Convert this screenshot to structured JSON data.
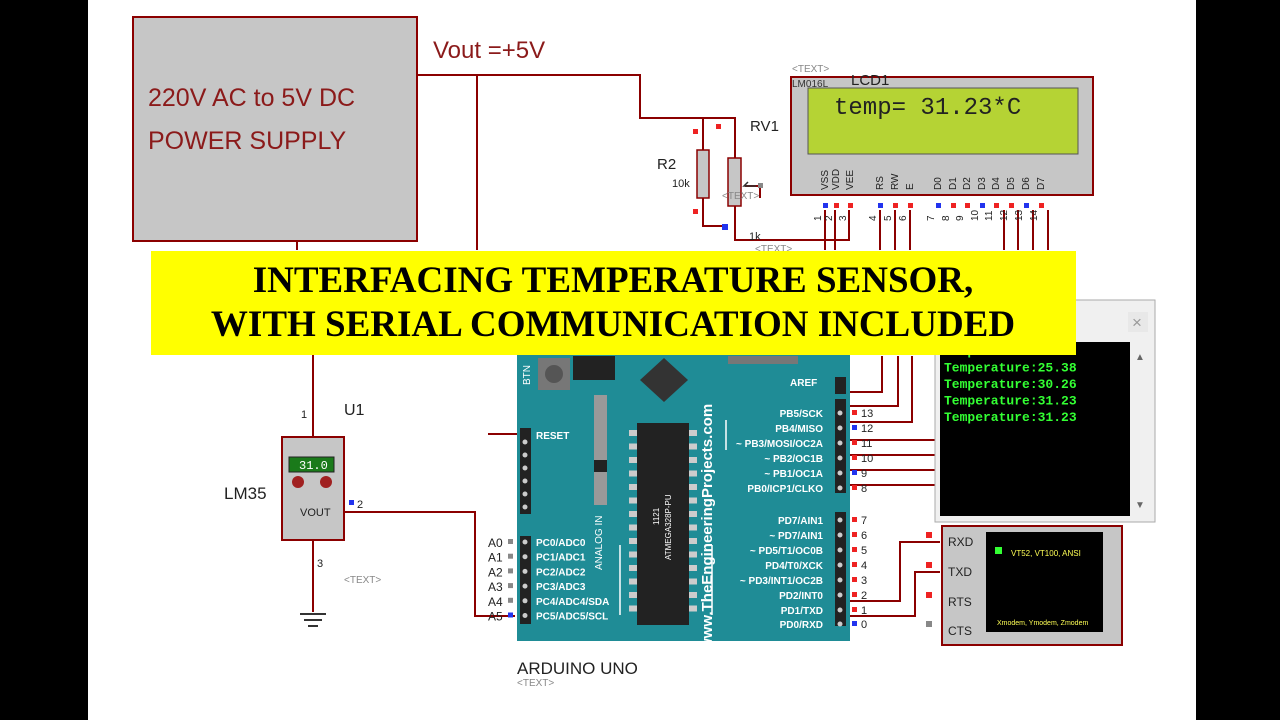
{
  "colors": {
    "wire": "#8b0000",
    "component_red": "#8b1a1a",
    "lcd_screen": "#b5d334",
    "arduino_teal": "#1f8c96",
    "banner_yellow": "#ffff00",
    "terminal_green": "#33ff33",
    "pin_blue": "#2233ee",
    "pin_red": "#ee2222"
  },
  "power_supply": {
    "line1": "220V AC to 5V DC",
    "line2": "POWER SUPPLY"
  },
  "vout_label": "Vout =+5V",
  "lcd": {
    "text_tag": "<TEXT>",
    "model": "LM016L",
    "ref": "LCD1",
    "display": "temp= 31.23*C",
    "pins": [
      {
        "name": "VSS",
        "num": "1"
      },
      {
        "name": "VDD",
        "num": "2"
      },
      {
        "name": "VEE",
        "num": "3"
      },
      {
        "name": "RS",
        "num": "4"
      },
      {
        "name": "RW",
        "num": "5"
      },
      {
        "name": "E",
        "num": "6"
      },
      {
        "name": "D0",
        "num": "7"
      },
      {
        "name": "D1",
        "num": "8"
      },
      {
        "name": "D2",
        "num": "9"
      },
      {
        "name": "D3",
        "num": "10"
      },
      {
        "name": "D4",
        "num": "11"
      },
      {
        "name": "D5",
        "num": "12"
      },
      {
        "name": "D6",
        "num": "13"
      },
      {
        "name": "D7",
        "num": "14"
      }
    ]
  },
  "resistor": {
    "ref": "R2",
    "value": "10k"
  },
  "pot": {
    "ref": "RV1",
    "value": "1k",
    "text_tag": "<TEXT>",
    "text_tag2": "<TEXT>"
  },
  "banner": {
    "line1": "INTERFACING TEMPERATURE SENSOR,",
    "line2": "WITH SERIAL COMMUNICATION INCLUDED"
  },
  "sensor": {
    "ref": "U1",
    "model": "LM35",
    "reading": "31.0",
    "vout": "VOUT",
    "pin1": "1",
    "pin2": "2",
    "pin3": "3",
    "text_tag": "<TEXT>"
  },
  "arduino": {
    "label": "ARDUINO UNO",
    "text_tag": "<TEXT>",
    "reset": "RESET",
    "btn": "BTN",
    "website": "www.TheEngineeringProjects.com",
    "analog_in": "ANALOG IN",
    "chip_line1": "1121",
    "chip_line2": "ATMEGA328P-PU",
    "aref": "AREF",
    "digital_upper": [
      {
        "label": "PB5/SCK",
        "num": "13"
      },
      {
        "label": "PB4/MISO",
        "num": "12"
      },
      {
        "label": "~ PB3/MOSI/OC2A",
        "num": "11"
      },
      {
        "label": "~ PB2/OC1B",
        "num": "10"
      },
      {
        "label": "~ PB1/OC1A",
        "num": "9"
      },
      {
        "label": "PB0/ICP1/CLKO",
        "num": "8"
      }
    ],
    "digital_lower": [
      {
        "label": "PD7/AIN1",
        "num": "7"
      },
      {
        "label": "~ PD7/AIN1",
        "num": "6"
      },
      {
        "label": "~ PD5/T1/OC0B",
        "num": "5"
      },
      {
        "label": "PD4/T0/XCK",
        "num": "4"
      },
      {
        "label": "~ PD3/INT1/OC2B",
        "num": "3"
      },
      {
        "label": "PD2/INT0",
        "num": "2"
      },
      {
        "label": "PD1/TXD",
        "num": "1"
      },
      {
        "label": "PD0/RXD",
        "num": "0"
      }
    ],
    "analog": [
      {
        "pin": "A0",
        "label": "PC0/ADC0"
      },
      {
        "pin": "A1",
        "label": "PC1/ADC1"
      },
      {
        "pin": "A2",
        "label": "PC2/ADC2"
      },
      {
        "pin": "A3",
        "label": "PC3/ADC3"
      },
      {
        "pin": "A4",
        "label": "PC4/ADC4/SDA"
      },
      {
        "pin": "A5",
        "label": "PC5/ADC5/SCL"
      }
    ]
  },
  "serial_window": {
    "close_glyph": "×",
    "lines": [
      "Temperature:25.38",
      "Temperature:25.38",
      "Temperature:30.26",
      "Temperature:31.23",
      "Temperature:31.23"
    ]
  },
  "terminal": {
    "pins": [
      "RXD",
      "TXD",
      "RTS",
      "CTS"
    ],
    "protocols": "VT52, VT100, ANSI",
    "modems": "Xmodem, Ymodem, Zmodem"
  }
}
